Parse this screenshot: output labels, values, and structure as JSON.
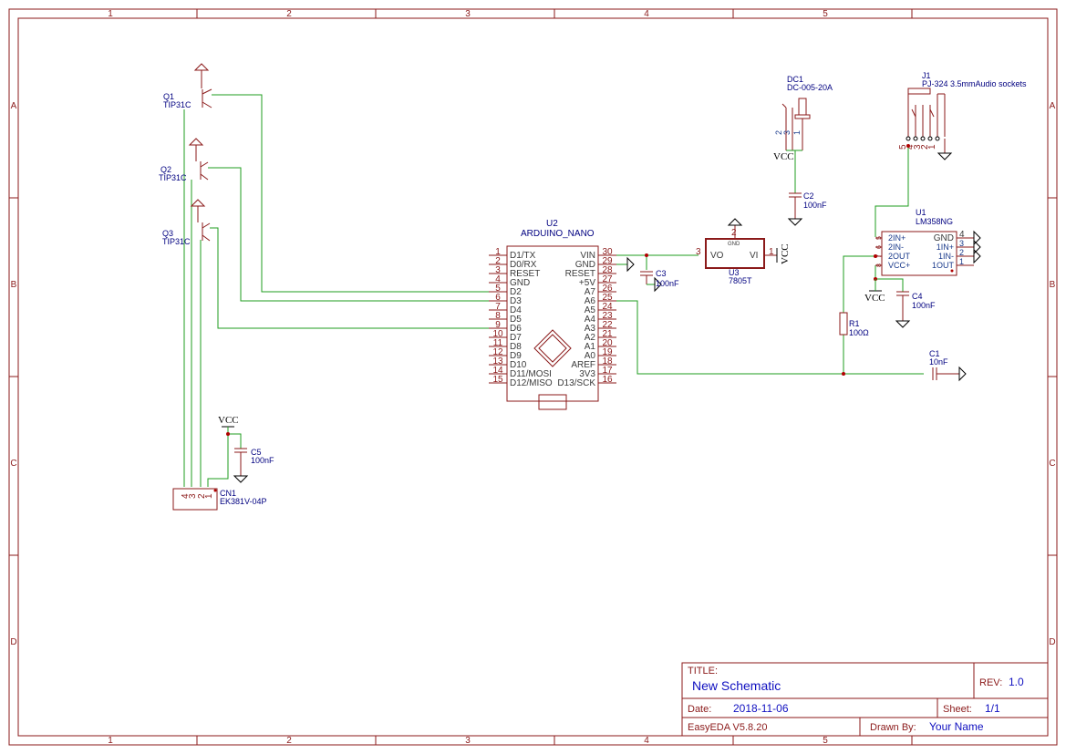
{
  "frame": {
    "cols": [
      "1",
      "2",
      "3",
      "4",
      "5"
    ],
    "rows": [
      "A",
      "B",
      "C",
      "D"
    ]
  },
  "title_block": {
    "title_label": "TITLE:",
    "title_value": "New Schematic",
    "rev_label": "REV:",
    "rev_value": "1.0",
    "date_label": "Date:",
    "date_value": "2018-11-06",
    "sheet_label": "Sheet:",
    "sheet_value": "1/1",
    "tool": "EasyEDA V5.8.20",
    "drawn_label": "Drawn By:",
    "drawn_value": "Your Name"
  },
  "components": {
    "q1": {
      "ref": "Q1",
      "value": "TIP31C"
    },
    "q2": {
      "ref": "Q2",
      "value": "TIP31C"
    },
    "q3": {
      "ref": "Q3",
      "value": "TIP31C"
    },
    "u2": {
      "ref": "U2",
      "value": "ARDUINO_NANO",
      "left_pins": [
        {
          "num": "1",
          "name": "D1/TX"
        },
        {
          "num": "2",
          "name": "D0/RX"
        },
        {
          "num": "3",
          "name": "RESET"
        },
        {
          "num": "4",
          "name": "GND"
        },
        {
          "num": "5",
          "name": "D2"
        },
        {
          "num": "6",
          "name": "D3"
        },
        {
          "num": "7",
          "name": "D4"
        },
        {
          "num": "8",
          "name": "D5"
        },
        {
          "num": "9",
          "name": "D6"
        },
        {
          "num": "10",
          "name": "D7"
        },
        {
          "num": "11",
          "name": "D8"
        },
        {
          "num": "12",
          "name": "D9"
        },
        {
          "num": "13",
          "name": "D10"
        },
        {
          "num": "14",
          "name": "D11/MOSI"
        },
        {
          "num": "15",
          "name": "D12/MISO"
        }
      ],
      "right_pins": [
        {
          "num": "30",
          "name": "VIN"
        },
        {
          "num": "29",
          "name": "GND"
        },
        {
          "num": "28",
          "name": "RESET"
        },
        {
          "num": "27",
          "name": "+5V"
        },
        {
          "num": "26",
          "name": "A7"
        },
        {
          "num": "25",
          "name": "A6"
        },
        {
          "num": "24",
          "name": "A5"
        },
        {
          "num": "23",
          "name": "A4"
        },
        {
          "num": "22",
          "name": "A3"
        },
        {
          "num": "21",
          "name": "A2"
        },
        {
          "num": "20",
          "name": "A1"
        },
        {
          "num": "19",
          "name": "A0"
        },
        {
          "num": "18",
          "name": "AREF"
        },
        {
          "num": "17",
          "name": "3V3"
        },
        {
          "num": "16",
          "name": "D13/SCK"
        }
      ]
    },
    "u3": {
      "ref": "U3",
      "value": "7805T",
      "pin_vo": "VO",
      "pin_vi": "VI",
      "pin_gnd": "GND",
      "n_vo": "3",
      "n_vi": "1",
      "n_gnd": "2"
    },
    "c1": {
      "ref": "C1",
      "value": "10nF"
    },
    "c2": {
      "ref": "C2",
      "value": "100nF"
    },
    "c3": {
      "ref": "C3",
      "value": "100nF"
    },
    "c4": {
      "ref": "C4",
      "value": "100nF"
    },
    "c5": {
      "ref": "C5",
      "value": "100nF"
    },
    "r1": {
      "ref": "R1",
      "value": "100Ω"
    },
    "dc1": {
      "ref": "DC1",
      "value": "DC-005-20A",
      "pins": [
        "2",
        "3",
        "1"
      ]
    },
    "j1": {
      "ref": "J1",
      "value": "PJ-324 3.5mmAudio sockets",
      "pins": [
        "5",
        "4",
        "3",
        "2",
        "1"
      ]
    },
    "u1": {
      "ref": "U1",
      "value": "LM358NG",
      "left_pins": [
        {
          "num": "5",
          "name": "2IN+"
        },
        {
          "num": "6",
          "name": "2IN-"
        },
        {
          "num": "7",
          "name": "2OUT"
        },
        {
          "num": "8",
          "name": "VCC+"
        }
      ],
      "right_pins": [
        {
          "num": "4",
          "name": "GND"
        },
        {
          "num": "3",
          "name": "1IN+"
        },
        {
          "num": "2",
          "name": "1IN-"
        },
        {
          "num": "1",
          "name": "1OUT"
        }
      ]
    },
    "cn1": {
      "ref": "CN1",
      "value": "EK381V-04P",
      "pins": [
        "4",
        "3",
        "2",
        "1"
      ]
    }
  },
  "nets": {
    "vcc": "VCC"
  }
}
